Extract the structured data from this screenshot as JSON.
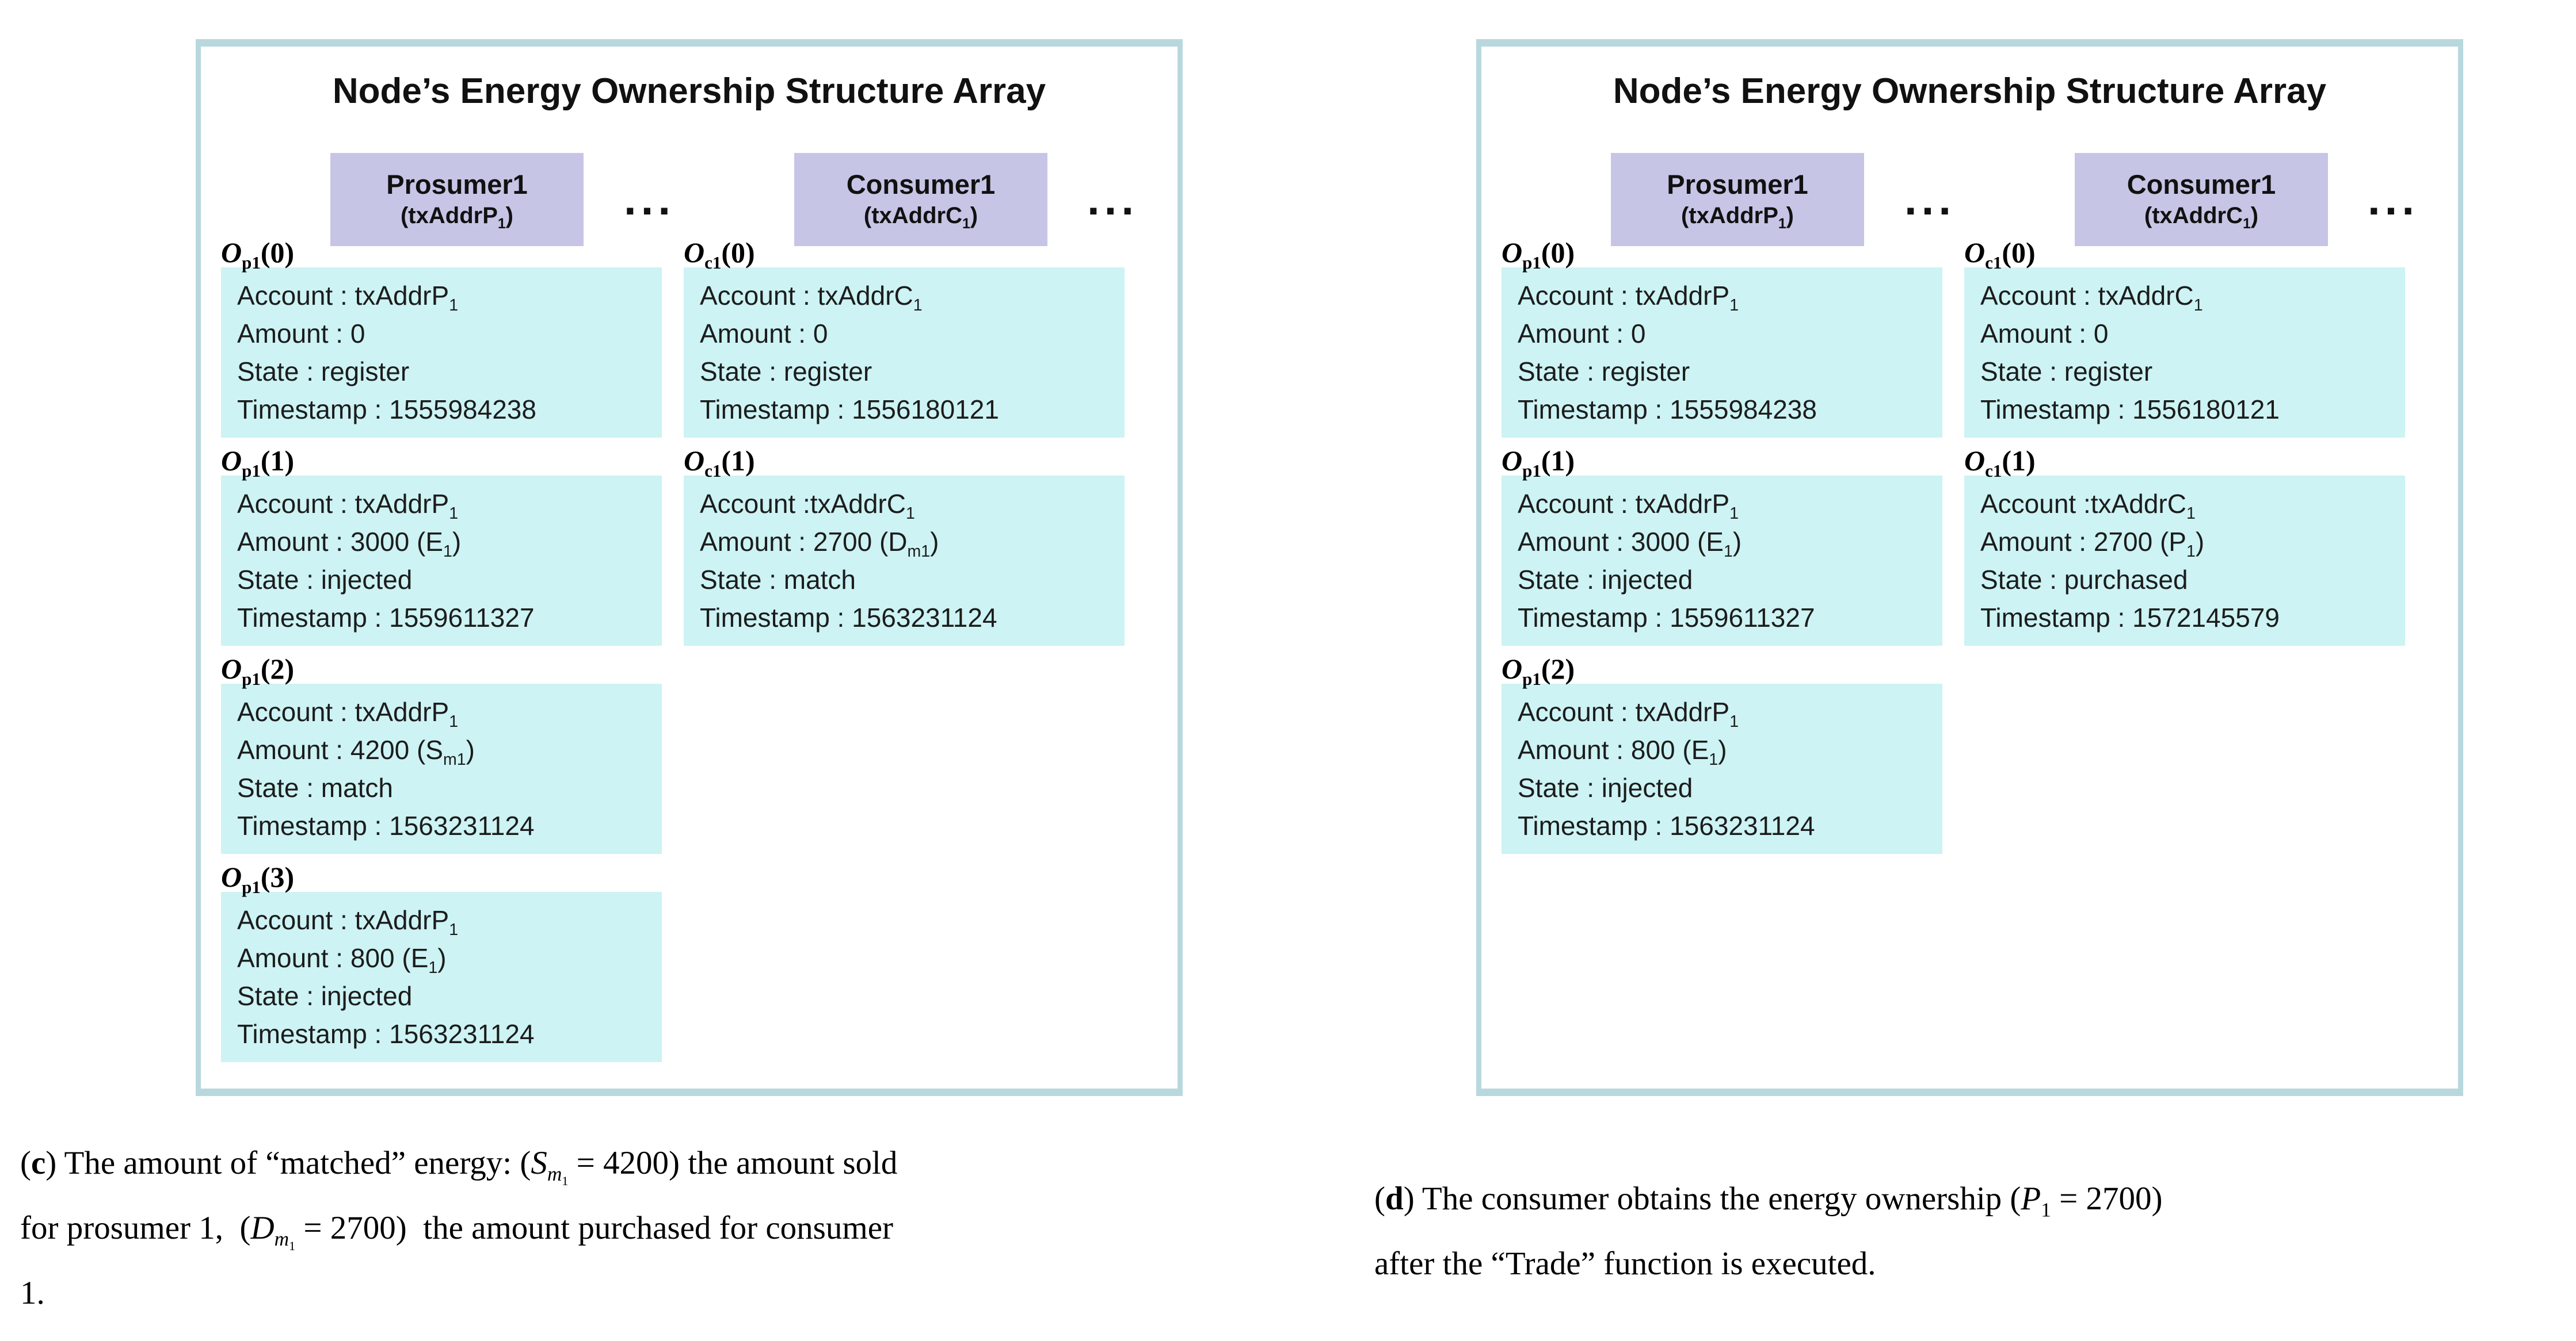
{
  "panels": [
    {
      "id": "c",
      "title": "Node’s Energy Ownership Structure Array",
      "columns": [
        {
          "role": "prosumer",
          "header": {
            "line1": "Prosumer1",
            "line2": "(txAddrP_{1})"
          },
          "ellipsis": "...",
          "entries": [
            {
              "label": "~O~_{p1}(0)",
              "lines": [
                "Account : txAddrP_{1}",
                "Amount : 0",
                "State : register",
                "Timestamp : 1555984238"
              ]
            },
            {
              "label": "~O~_{p1}(1)",
              "lines": [
                "Account : txAddrP_{1}",
                "Amount : 3000 (E_{1})",
                "State : injected",
                "Timestamp : 1559611327"
              ]
            },
            {
              "label": "~O~_{p1}(2)",
              "lines": [
                "Account : txAddrP_{1}",
                "Amount : 4200 (S_{m1})",
                "State : match",
                "Timestamp : 1563231124"
              ]
            },
            {
              "label": "~O~_{p1}(3)",
              "lines": [
                "Account : txAddrP_{1}",
                "Amount : 800 (E_{1})",
                "State : injected",
                "Timestamp : 1563231124"
              ]
            }
          ]
        },
        {
          "role": "consumer",
          "header": {
            "line1": "Consumer1",
            "line2": "(txAddrC_{1})"
          },
          "ellipsis": "...",
          "entries": [
            {
              "label": "~O~_{c1}(0)",
              "lines": [
                "Account : txAddrC_{1}",
                "Amount : 0",
                "State : register",
                "Timestamp : 1556180121"
              ]
            },
            {
              "label": "~O~_{c1}(1)",
              "lines": [
                "Account :txAddrC_{1}",
                "Amount : 2700 (D_{m1})",
                "State : match",
                "Timestamp : 1563231124"
              ]
            }
          ]
        }
      ]
    },
    {
      "id": "d",
      "title": "Node’s Energy Ownership Structure Array",
      "columns": [
        {
          "role": "prosumer",
          "header": {
            "line1": "Prosumer1",
            "line2": "(txAddrP_{1})"
          },
          "ellipsis": "...",
          "entries": [
            {
              "label": "~O~_{p1}(0)",
              "lines": [
                "Account : txAddrP_{1}",
                "Amount : 0",
                "State : register",
                "Timestamp : 1555984238"
              ]
            },
            {
              "label": "~O~_{p1}(1)",
              "lines": [
                "Account : txAddrP_{1}",
                "Amount : 3000 (E_{1})",
                "State : injected",
                "Timestamp : 1559611327"
              ]
            },
            {
              "label": "~O~_{p1}(2)",
              "lines": [
                "Account : txAddrP_{1}",
                "Amount : 800 (E_{1})",
                "State : injected",
                "Timestamp : 1563231124"
              ]
            }
          ]
        },
        {
          "role": "consumer",
          "header": {
            "line1": "Consumer1",
            "line2": "(txAddrC_{1})"
          },
          "ellipsis": "...",
          "entries": [
            {
              "label": "~O~_{c1}(0)",
              "lines": [
                "Account : txAddrC_{1}",
                "Amount : 0",
                "State : register",
                "Timestamp : 1556180121"
              ]
            },
            {
              "label": "~O~_{c1}(1)",
              "lines": [
                "Account :txAddrC_{1}",
                "Amount : 2700 (P_{1})",
                "State : purchased",
                "Timestamp : 1572145579"
              ]
            }
          ]
        }
      ]
    }
  ],
  "captions": [
    {
      "id": "c",
      "lines": [
        "(*c*) The amount of “matched” energy: (~S~_{~m~_{1}} = 4200) the amount sold",
        "for prosumer 1,  (~D~_{~m~_{1}} = 2700)  the amount purchased for consumer",
        "1."
      ]
    },
    {
      "id": "d",
      "lines": [
        "(*d*) The consumer obtains the energy ownership (~P~_{1} = 2700)",
        "after the “Trade” function is executed."
      ]
    }
  ],
  "colors": {
    "panel_border": "#b8d8de",
    "header_bg": "#c7c5e6",
    "cell_bg": "#cdf3f4",
    "text": "#1c1c1c"
  }
}
